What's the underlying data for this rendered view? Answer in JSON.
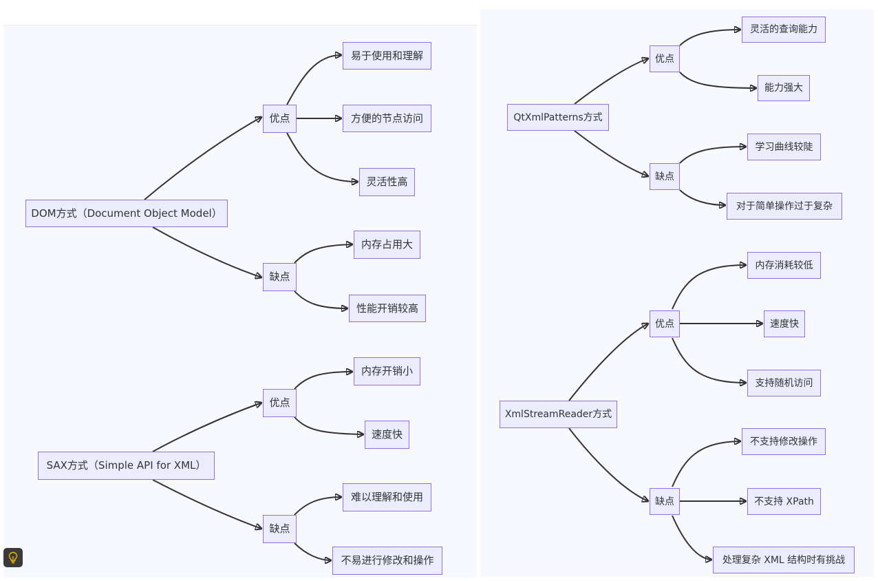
{
  "diagrams": {
    "dom": {
      "root": "DOM方式（Document Object Model）",
      "pros_label": "优点",
      "pros": [
        "易于使用和理解",
        "方便的节点访问",
        "灵活性高"
      ],
      "cons_label": "缺点",
      "cons": [
        "内存占用大",
        "性能开销较高"
      ]
    },
    "sax": {
      "root": "SAX方式（Simple API for XML）",
      "pros_label": "优点",
      "pros": [
        "内存开销小",
        "速度快"
      ],
      "cons_label": "缺点",
      "cons": [
        "难以理解和使用",
        "不易进行修改和操作"
      ]
    },
    "qtxml": {
      "root": "QtXmlPatterns方式",
      "pros_label": "优点",
      "pros": [
        "灵活的查询能力",
        "能力强大"
      ],
      "cons_label": "缺点",
      "cons": [
        "学习曲线较陡",
        "对于简单操作过于复杂"
      ]
    },
    "stream": {
      "root": "XmlStreamReader方式",
      "pros_label": "优点",
      "pros": [
        "内存消耗较低",
        "速度快",
        "支持随机访问"
      ],
      "cons_label": "缺点",
      "cons": [
        "不支持修改操作",
        "不支持 XPath",
        "处理复杂 XML 结构时有挑战"
      ]
    }
  },
  "colors": {
    "node_fill": "#ececff",
    "node_border": "#9370db",
    "edge": "#333333",
    "text": "#333333",
    "background": "#f8f9fe"
  },
  "icons": {
    "tip": "lightbulb-icon"
  }
}
